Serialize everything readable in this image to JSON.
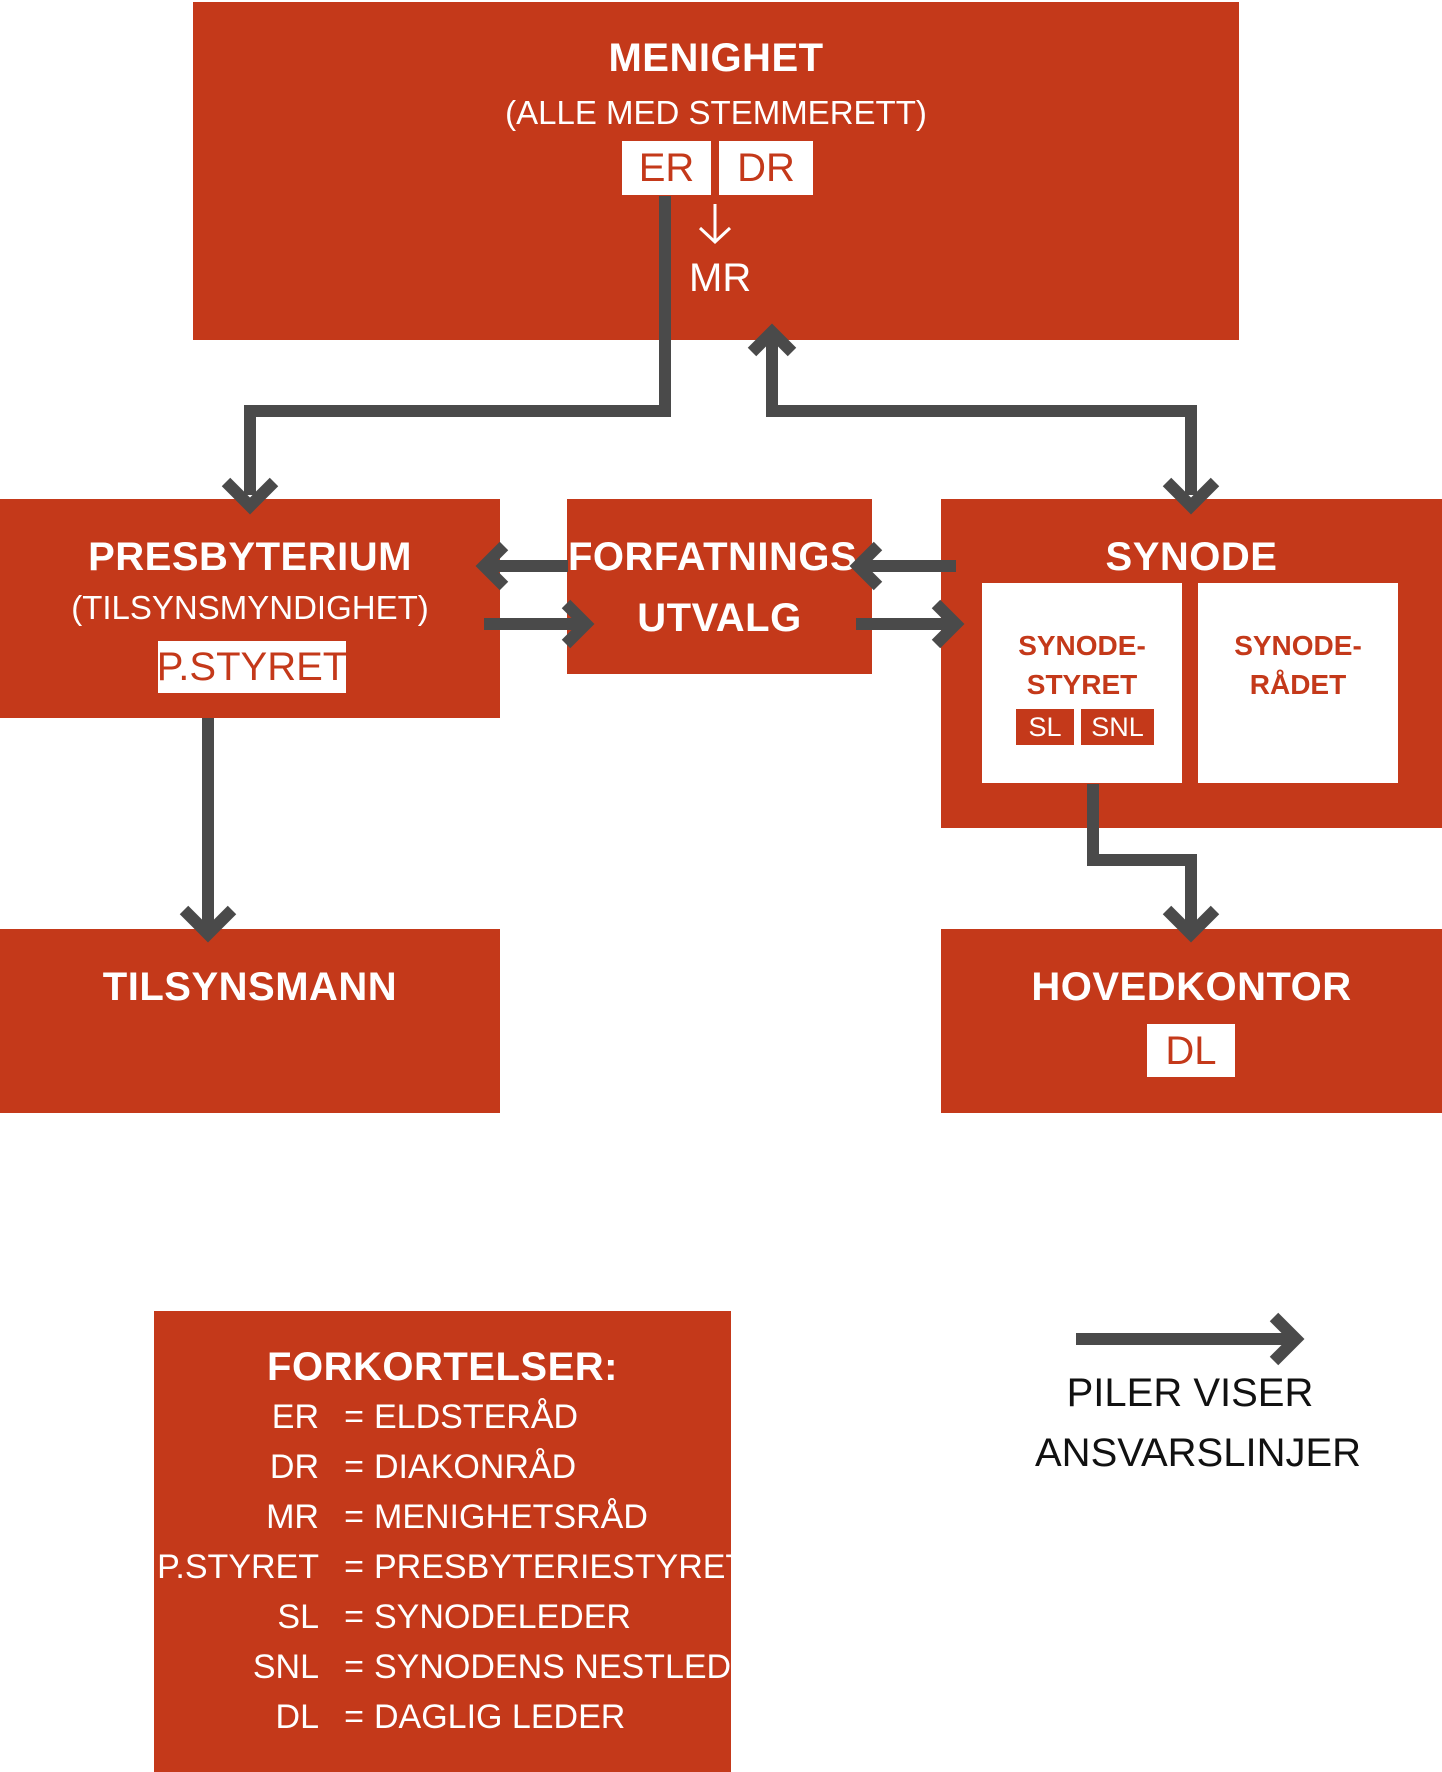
{
  "menighet": {
    "title": "MENIGHET",
    "subtitle": "(ALLE MED STEMMERETT)",
    "tag_er": "ER",
    "tag_dr": "DR",
    "mr": "MR"
  },
  "presbyterium": {
    "title": "PRESBYTERIUM",
    "subtitle": "(TILSYNSMYNDIGHET)",
    "tag": "P.STYRET"
  },
  "forfatning": {
    "line1": "FORFATNINGS-",
    "line2": "UTVALG"
  },
  "synode": {
    "title": "SYNODE",
    "styret_line1": "SYNODE-",
    "styret_line2": "STYRET",
    "tag_sl": "SL",
    "tag_snl": "SNL",
    "radet_line1": "SYNODE-",
    "radet_line2": "RÅDET"
  },
  "tilsynsmann": {
    "title": "TILSYNSMANN"
  },
  "hovedkontor": {
    "title": "HOVEDKONTOR",
    "tag": "DL"
  },
  "legend": {
    "title": "FORKORTELSER:",
    "rows": [
      {
        "abbr": "ER",
        "eq": "=",
        "def": "ELDSTERÅD"
      },
      {
        "abbr": "DR",
        "eq": "=",
        "def": "DIAKONRÅD"
      },
      {
        "abbr": "MR",
        "eq": "=",
        "def": "MENIGHETSRÅD"
      },
      {
        "abbr": "P.STYRET",
        "eq": "=",
        "def": "PRESBYTERIESTYRET"
      },
      {
        "abbr": "SL",
        "eq": "=",
        "def": "SYNODELEDER"
      },
      {
        "abbr": "SNL",
        "eq": "=",
        "def": "SYNODENS NESTLEDER"
      },
      {
        "abbr": "DL",
        "eq": "=",
        "def": "DAGLIG LEDER"
      }
    ]
  },
  "arrow_note": {
    "line1": "PILER VISER",
    "line2": "ANSVARSLINJER"
  },
  "colors": {
    "box": "#c4391a",
    "arrow": "#4a4a4a",
    "text_light": "#ffffff"
  }
}
